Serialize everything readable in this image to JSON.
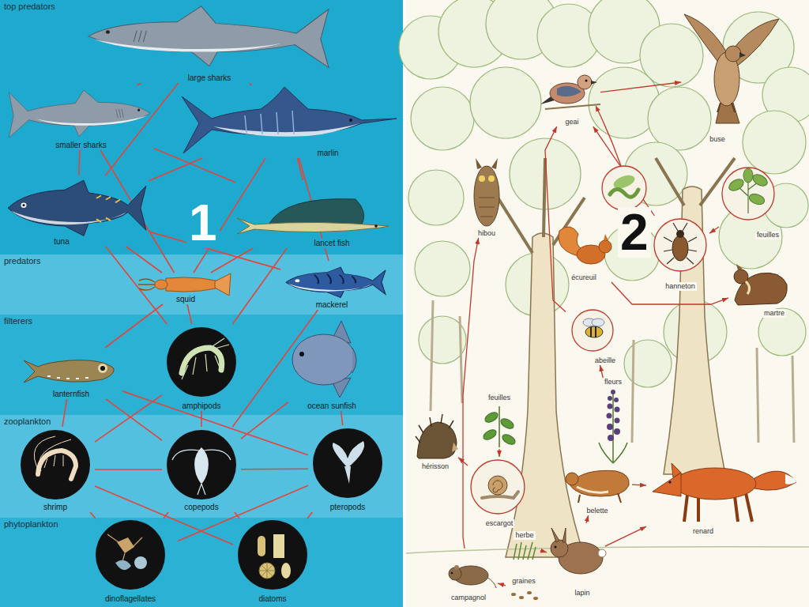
{
  "diagram": {
    "nodes": [
      {
        "text": [
          "top predators"
        ]
      },
      {
        "text": [
          "large sharks"
        ],
        "in": 0
      },
      {
        "text": [
          "smaller sharks"
        ],
        "in": 0
      },
      {
        "text": [
          "marlin"
        ],
        "in": 0
      },
      {
        "text": [
          "tuna"
        ],
        "in": 0
      },
      {
        "text": [
          "lancet fish"
        ],
        "in": 0
      },
      {
        "text": [
          "predators"
        ]
      },
      {
        "text": [
          "squid"
        ],
        "in": 6
      },
      {
        "text": [
          "mackerel"
        ],
        "in": 6
      },
      {
        "text": [
          "filterers"
        ]
      },
      {
        "text": [
          "lanternfish"
        ],
        "in": 9
      },
      {
        "text": [
          "amphipods"
        ],
        "in": 9
      },
      {
        "text": [
          "ocean sunfish"
        ],
        "in": 9
      },
      {
        "text": [
          "zooplankton"
        ]
      },
      {
        "text": [
          "shrimp"
        ],
        "in": 13
      },
      {
        "text": [
          "copepods"
        ],
        "in": 13
      },
      {
        "text": [
          "pteropods"
        ],
        "in": 13
      },
      {
        "text": [
          "phytoplankton"
        ]
      },
      {
        "text": [
          "dinoflagellates"
        ],
        "in": 17
      },
      {
        "text": [
          "diatoms"
        ],
        "in": 17
      },
      {
        "text": [
          "geai"
        ]
      },
      {
        "text": [
          "buse"
        ]
      },
      {
        "text": [
          "hibou"
        ]
      },
      {
        "text": [
          "écureuil"
        ]
      },
      {
        "text": [
          "feuilles"
        ]
      },
      {
        "text": [
          "hanneton"
        ]
      },
      {
        "text": [
          "martre"
        ]
      },
      {
        "text": [
          "abeille"
        ]
      },
      {
        "text": [
          "feuilles"
        ]
      },
      {
        "text": [
          "fleurs"
        ]
      },
      {
        "text": [
          "hérisson"
        ]
      },
      {
        "text": [
          "escargot"
        ]
      },
      {
        "text": [
          "belette"
        ]
      },
      {
        "text": [
          "renard"
        ]
      },
      {
        "text": [
          "herbe"
        ]
      },
      {
        "text": [
          "lapin"
        ]
      },
      {
        "text": [
          "graines"
        ]
      },
      {
        "text": [
          "campagnol"
        ]
      }
    ],
    "edges": [
      {
        "from": 1,
        "to": 2,
        "arrow": "none"
      },
      {
        "from": 1,
        "to": 3,
        "arrow": "none"
      },
      {
        "from": 1,
        "to": 4,
        "arrow": "none"
      },
      {
        "from": 2,
        "to": 4,
        "arrow": "none"
      },
      {
        "from": 2,
        "to": 5,
        "arrow": "none"
      },
      {
        "from": 2,
        "to": 7,
        "arrow": "none"
      },
      {
        "from": 3,
        "to": 4,
        "arrow": "none"
      },
      {
        "from": 3,
        "to": 5,
        "arrow": "none"
      },
      {
        "from": 3,
        "to": 7,
        "arrow": "none"
      },
      {
        "from": 3,
        "to": 8,
        "arrow": "none"
      },
      {
        "from": 4,
        "to": 7,
        "arrow": "none"
      },
      {
        "from": 4,
        "to": 8,
        "arrow": "none"
      },
      {
        "from": 4,
        "to": 11,
        "arrow": "none"
      },
      {
        "from": 5,
        "to": 7,
        "arrow": "none"
      },
      {
        "from": 5,
        "to": 11,
        "arrow": "none"
      },
      {
        "from": 7,
        "to": 10,
        "arrow": "none"
      },
      {
        "from": 7,
        "to": 11,
        "arrow": "none"
      },
      {
        "from": 8,
        "to": 15,
        "arrow": "none"
      },
      {
        "from": 10,
        "to": 14,
        "arrow": "none"
      },
      {
        "from": 10,
        "to": 15,
        "arrow": "none"
      },
      {
        "from": 10,
        "to": 16,
        "arrow": "none"
      },
      {
        "from": 11,
        "to": 14,
        "arrow": "none"
      },
      {
        "from": 11,
        "to": 15,
        "arrow": "none"
      },
      {
        "from": 12,
        "to": 15,
        "arrow": "none"
      },
      {
        "from": 12,
        "to": 16,
        "arrow": "none"
      },
      {
        "from": 14,
        "to": 15,
        "arrow": "none"
      },
      {
        "from": 15,
        "to": 16,
        "arrow": "none"
      },
      {
        "from": 14,
        "to": 18,
        "arrow": "none"
      },
      {
        "from": 14,
        "to": 19,
        "arrow": "none"
      },
      {
        "from": 15,
        "to": 18,
        "arrow": "none"
      },
      {
        "from": 15,
        "to": 19,
        "arrow": "none"
      },
      {
        "from": 16,
        "to": 18,
        "arrow": "none"
      },
      {
        "from": 16,
        "to": 19,
        "arrow": "none"
      },
      {
        "from": 20,
        "to": 21,
        "arrow": "to"
      },
      {
        "from": 25,
        "to": 20,
        "arrow": "to"
      },
      {
        "from": 24,
        "to": 25,
        "arrow": "to"
      },
      {
        "from": 23,
        "to": 26,
        "arrow": "to"
      },
      {
        "from": 37,
        "to": 22,
        "arrow": "to"
      },
      {
        "from": 27,
        "to": 20,
        "arrow": "to"
      },
      {
        "from": 29,
        "to": 27,
        "arrow": "to"
      },
      {
        "from": 28,
        "to": 31,
        "arrow": "to"
      },
      {
        "from": 31,
        "to": 30,
        "arrow": "to"
      },
      {
        "from": 34,
        "to": 35,
        "arrow": "to"
      },
      {
        "from": 36,
        "to": 37,
        "arrow": "to"
      },
      {
        "from": 35,
        "to": 32,
        "arrow": "to"
      },
      {
        "from": 32,
        "to": 33,
        "arrow": "to"
      },
      {
        "from": 35,
        "to": 33,
        "arrow": "to"
      }
    ],
    "labels": [
      "1",
      "2"
    ]
  }
}
